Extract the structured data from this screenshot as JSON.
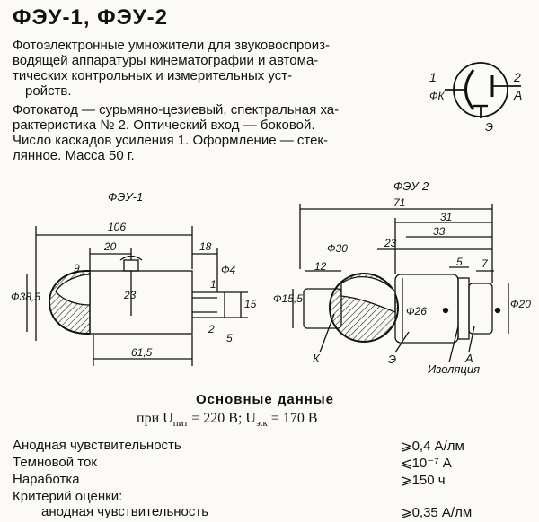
{
  "title": "ФЭУ-1, ФЭУ-2",
  "intro": {
    "lines": [
      "Фотоэлектронные умножители для звуковоспроиз-",
      "водящей аппаратуры кинематографии и автома-",
      "тических контрольных и измерительных уст-",
      "ройств."
    ]
  },
  "specs": {
    "lines": [
      "Фотокатод — сурьмяно-цезиевый, спектральная ха-",
      "рактеристика № 2. Оптический вход — боковой.",
      "Число каскадов усиления 1. Оформление — стек-",
      "лянное. Масса 50 г."
    ]
  },
  "schematic": {
    "pin1": "1",
    "pin2": "2",
    "fk": "ФК",
    "a": "А",
    "e": "Э"
  },
  "drawing1": {
    "label": "ФЭУ-1",
    "dims": {
      "d106": "106",
      "d20": "20",
      "d18": "18",
      "d9": "9",
      "d23": "23",
      "d4": "Ф4",
      "d1": "1",
      "d15": "15",
      "d385": "Ф38,5",
      "d2": "2",
      "d5": "5",
      "d615": "61,5"
    }
  },
  "drawing2": {
    "label": "ФЭУ-2",
    "dims": {
      "d71": "71",
      "d31": "31",
      "d33": "33",
      "d30": "Ф30",
      "d23": "23",
      "d12": "12",
      "d5": "5",
      "d7": "7",
      "d155": "Ф15,5",
      "d26": "Ф26",
      "d20": "Ф20",
      "k": "К",
      "e": "Э",
      "a": "А",
      "iso": "Изоляция"
    }
  },
  "basic": {
    "heading": "Основные данные",
    "conditions": "при U",
    "cond_sub": "пит",
    "cond_mid": " = 220 В; U",
    "cond_sub2": "э.к",
    "cond_end": " = 170 В",
    "rows": [
      {
        "name": "Анодная чувствительность",
        "value": "⩾0,4 А/лм"
      },
      {
        "name": "Темновой ток",
        "value": "⩽10⁻⁷ А"
      },
      {
        "name": "Наработка",
        "value": "⩾150 ч"
      },
      {
        "name": "Критерий оценки:",
        "value": ""
      },
      {
        "name": "анодная чувствительность",
        "value": "⩾0,35 А/лм"
      }
    ]
  }
}
